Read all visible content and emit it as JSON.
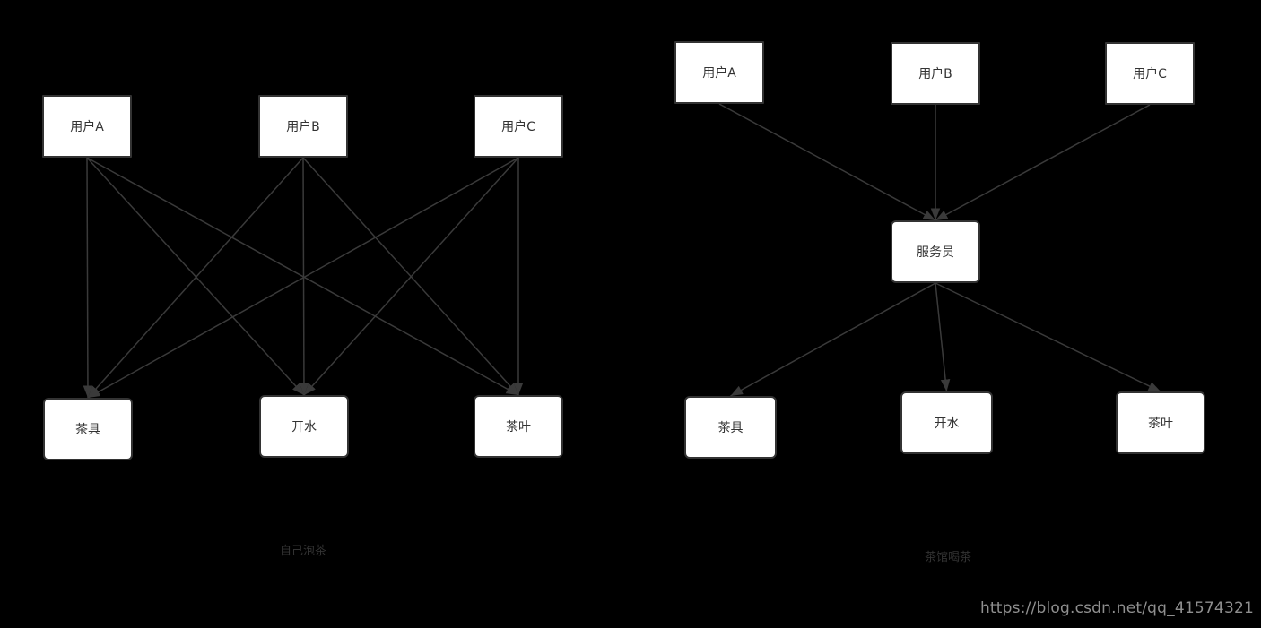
{
  "watermark": "https://blog.csdn.net/qq_41574321",
  "colors": {
    "background": "#000000",
    "box_fill": "#ffffff",
    "box_border": "#333333",
    "box_text": "#333333",
    "edge": "#3a3a3a",
    "caption": "#333333",
    "watermark": "#8f8f8f"
  },
  "left_diagram": {
    "caption": "自己泡茶",
    "nodes": {
      "userA": "用户A",
      "userB": "用户B",
      "userC": "用户C",
      "teaset": "茶具",
      "water": "开水",
      "tealeaf": "茶叶"
    },
    "edges": [
      {
        "from": "userA",
        "to": "teaset"
      },
      {
        "from": "userA",
        "to": "water"
      },
      {
        "from": "userA",
        "to": "tealeaf"
      },
      {
        "from": "userB",
        "to": "teaset"
      },
      {
        "from": "userB",
        "to": "water"
      },
      {
        "from": "userB",
        "to": "tealeaf"
      },
      {
        "from": "userC",
        "to": "teaset"
      },
      {
        "from": "userC",
        "to": "water"
      },
      {
        "from": "userC",
        "to": "tealeaf"
      }
    ]
  },
  "right_diagram": {
    "caption": "茶馆喝茶",
    "nodes": {
      "userA": "用户A",
      "userB": "用户B",
      "userC": "用户C",
      "waiter": "服务员",
      "teaset": "茶具",
      "water": "开水",
      "tealeaf": "茶叶"
    },
    "edges": [
      {
        "from": "userA",
        "to": "waiter"
      },
      {
        "from": "userB",
        "to": "waiter"
      },
      {
        "from": "userC",
        "to": "waiter"
      },
      {
        "from": "waiter",
        "to": "teaset"
      },
      {
        "from": "waiter",
        "to": "water"
      },
      {
        "from": "waiter",
        "to": "tealeaf"
      }
    ]
  }
}
